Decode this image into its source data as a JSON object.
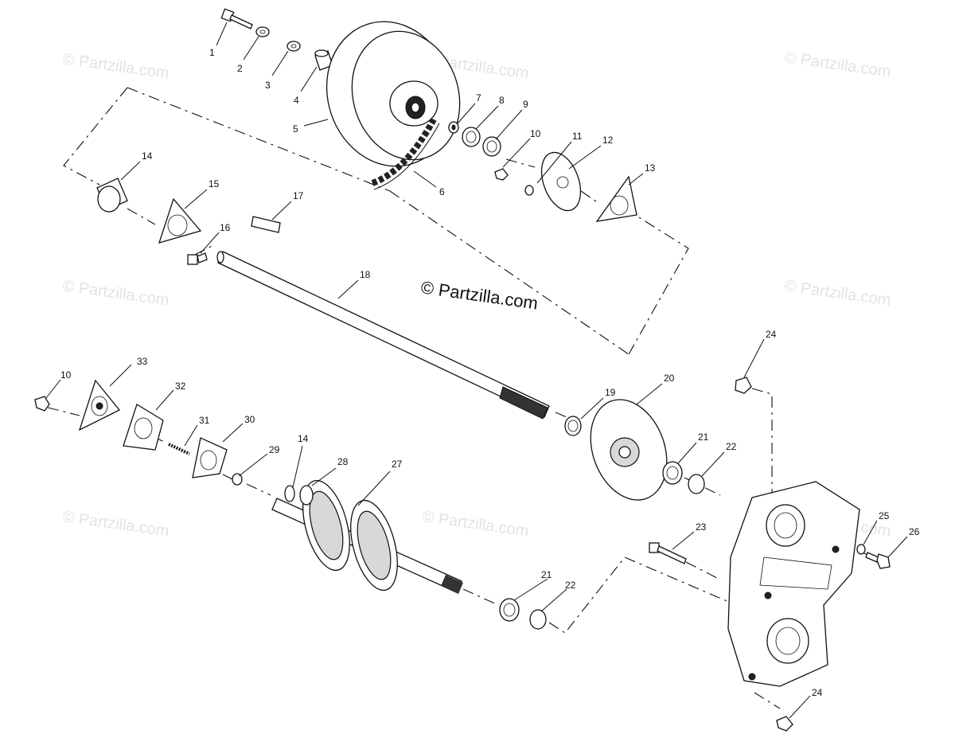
{
  "watermark": "© Partzilla.com",
  "brand_watermark": "© Partzilla.com",
  "callouts": [
    "1",
    "2",
    "3",
    "4",
    "5",
    "6",
    "7",
    "8",
    "9",
    "10",
    "11",
    "12",
    "13",
    "14",
    "15",
    "16",
    "17",
    "18",
    "19",
    "20",
    "21",
    "22",
    "23",
    "24",
    "25",
    "26",
    "27",
    "28",
    "29",
    "30",
    "31",
    "32",
    "33"
  ]
}
